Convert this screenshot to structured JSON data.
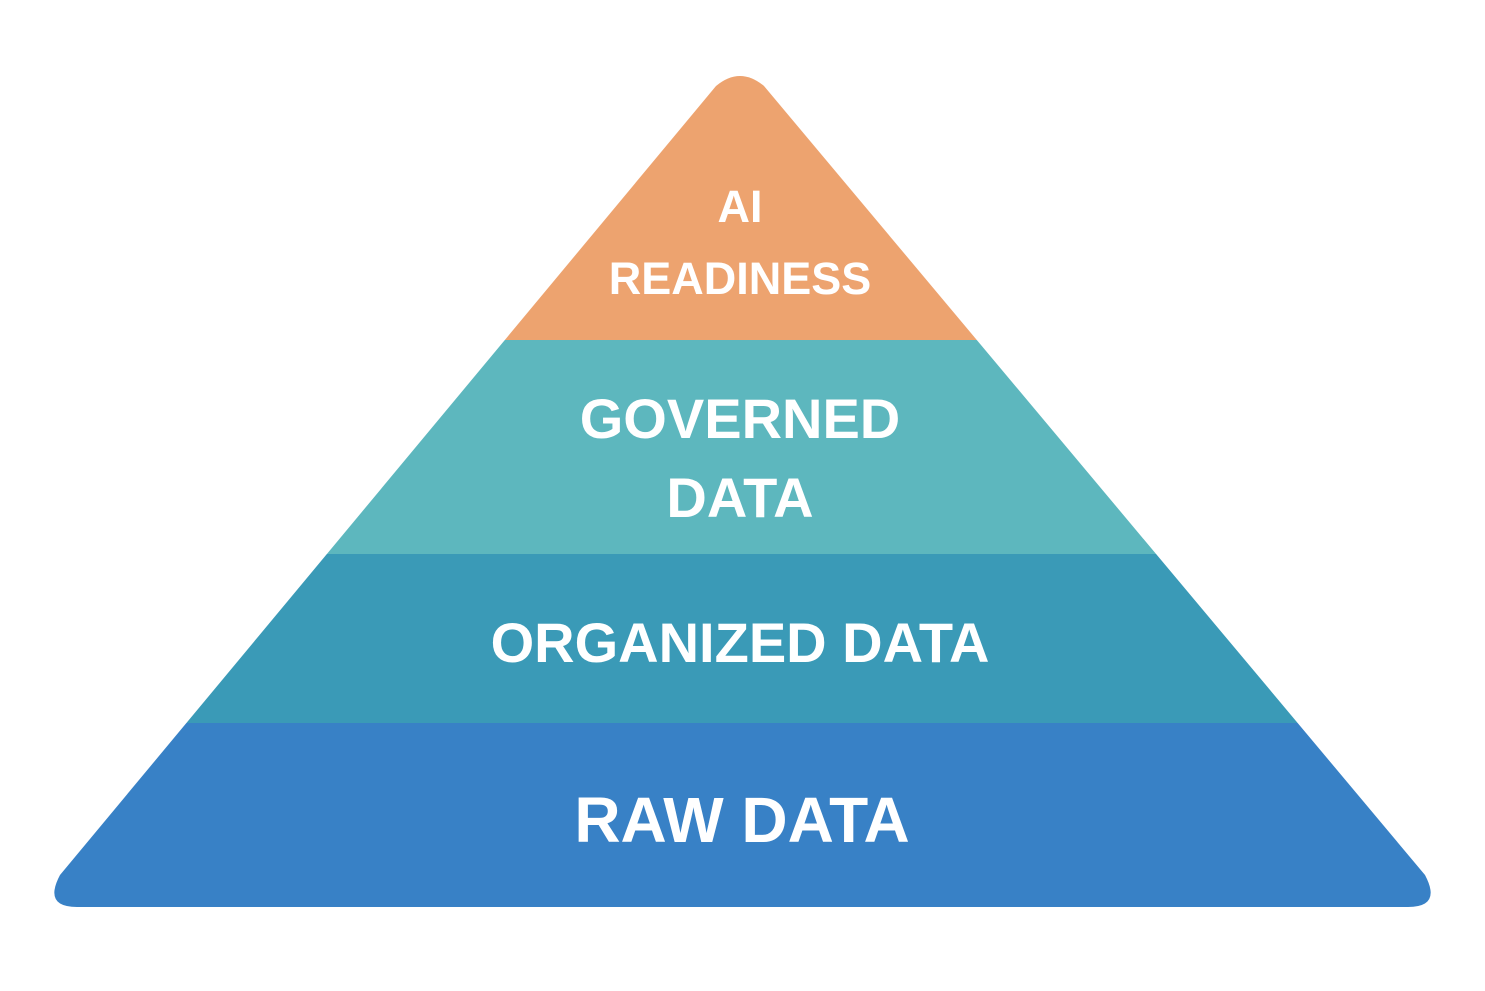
{
  "diagram": {
    "type": "pyramid",
    "tiers": [
      {
        "lines": [
          "AI",
          "READINESS"
        ],
        "color": "#EDA36F"
      },
      {
        "lines": [
          "GOVERNED",
          "DATA"
        ],
        "color": "#5DB7BE"
      },
      {
        "lines": [
          "ORGANIZED DATA"
        ],
        "color": "#3A9AB7"
      },
      {
        "lines": [
          "RAW DATA"
        ],
        "color": "#3881C6"
      }
    ]
  }
}
